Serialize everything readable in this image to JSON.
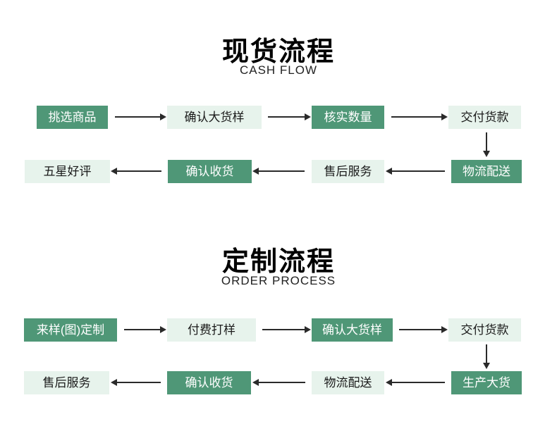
{
  "page": {
    "background": "#ffffff"
  },
  "colors": {
    "page_bg": "#ffffff",
    "box_dark": "#4f9777",
    "box_light": "#e7f3ec",
    "box_dark_text": "#ffffff",
    "box_light_text": "#1a1a1a",
    "arrow": "#2a2a2a",
    "title_text": "#000000",
    "subtitle_text": "#222222"
  },
  "sections": [
    {
      "title": "现货流程",
      "subtitle": "CASH FLOW",
      "rows": [
        {
          "direction": "right",
          "steps": [
            {
              "label": "挑选商品",
              "variant": "dark"
            },
            {
              "label": "确认大货样",
              "variant": "light"
            },
            {
              "label": "核实数量",
              "variant": "dark"
            },
            {
              "label": "交付货款",
              "variant": "light"
            }
          ]
        },
        {
          "direction": "left",
          "steps": [
            {
              "label": "五星好评",
              "variant": "light"
            },
            {
              "label": "确认收货",
              "variant": "dark"
            },
            {
              "label": "售后服务",
              "variant": "light"
            },
            {
              "label": "物流配送",
              "variant": "dark"
            }
          ]
        }
      ]
    },
    {
      "title": "定制流程",
      "subtitle": "ORDER PROCESS",
      "rows": [
        {
          "direction": "right",
          "steps": [
            {
              "label": "来样(图)定制",
              "variant": "dark"
            },
            {
              "label": "付费打样",
              "variant": "light"
            },
            {
              "label": "确认大货样",
              "variant": "dark"
            },
            {
              "label": "交付货款",
              "variant": "light"
            }
          ]
        },
        {
          "direction": "left",
          "steps": [
            {
              "label": "售后服务",
              "variant": "light"
            },
            {
              "label": "确认收货",
              "variant": "dark"
            },
            {
              "label": "物流配送",
              "variant": "light"
            },
            {
              "label": "生产大货",
              "variant": "dark"
            }
          ]
        }
      ]
    }
  ]
}
